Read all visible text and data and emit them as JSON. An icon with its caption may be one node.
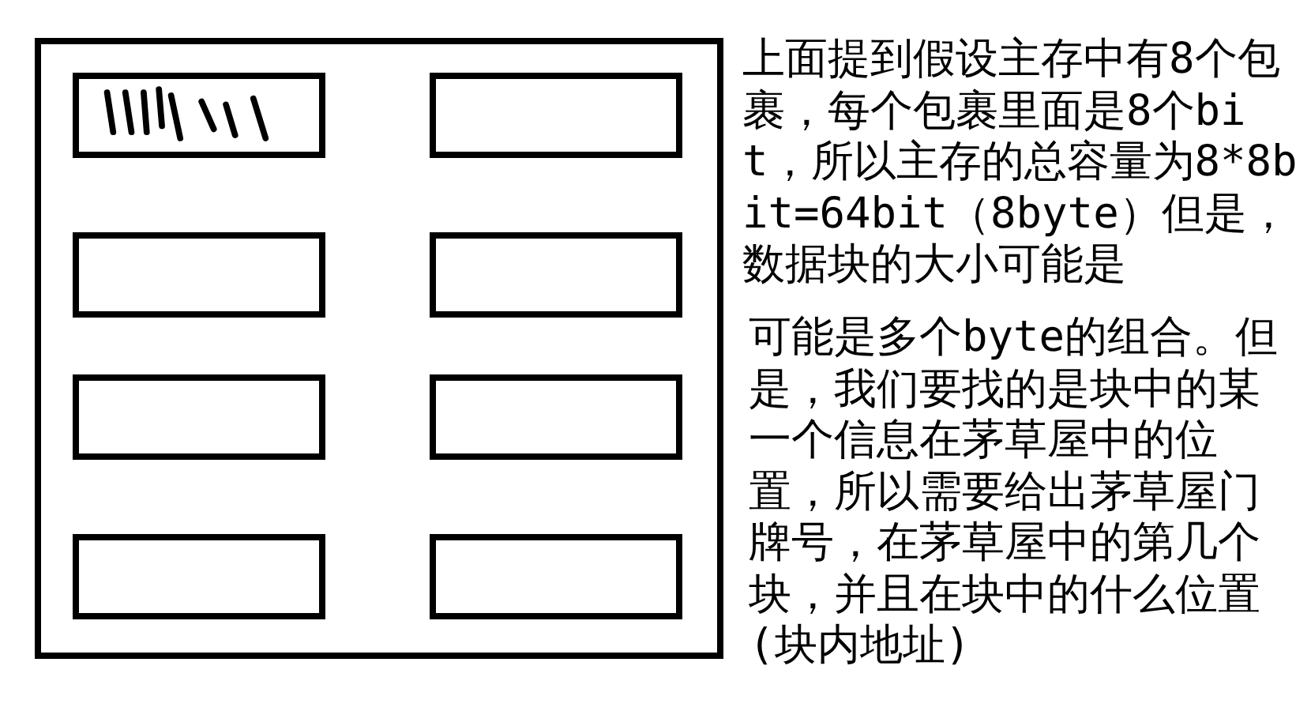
{
  "diagram": {
    "nodes": [
      {
        "text": [],
        "shape": "box"
      },
      {
        "text": [],
        "shape": "box",
        "in": 0
      },
      {
        "text": [],
        "shape": "box",
        "in": 0
      },
      {
        "text": [],
        "shape": "box",
        "in": 0
      },
      {
        "text": [],
        "shape": "box",
        "in": 0
      },
      {
        "text": [],
        "shape": "box",
        "in": 0
      },
      {
        "text": [],
        "shape": "box",
        "in": 0
      },
      {
        "text": [],
        "shape": "box",
        "in": 0
      },
      {
        "text": [],
        "shape": "box",
        "in": 0
      }
    ],
    "labels": [
      "上面提到假设主存中有8个包裹，每个包裹里面是8个bit，所以主存的总容量为8*8bit=64bit（8byte）但是，数据块的大小可能是",
      "可能是多个byte的组合。但是，我们要找的是块中的某一个信息在茅草屋中的位置，所以需要给出茅草屋门牌号，在茅草屋中的第几个块，并且在块中的什么位置(块内地址)"
    ]
  }
}
